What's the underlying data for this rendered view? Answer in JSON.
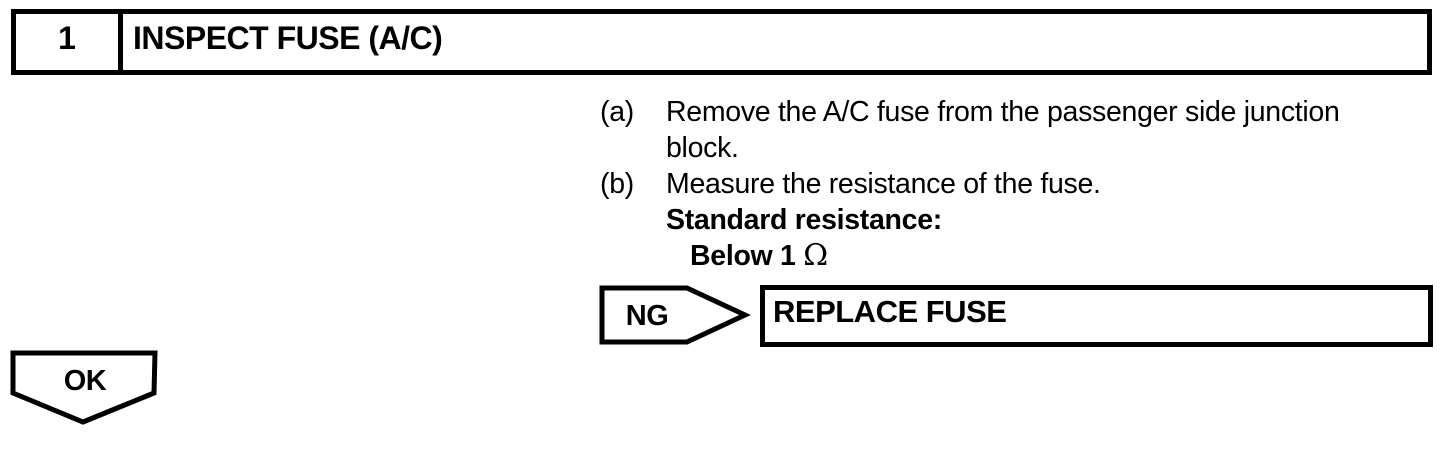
{
  "page": {
    "ink_color": "#000000",
    "paper_color": "#ffffff"
  },
  "step_header": {
    "number": "1",
    "title": "INSPECT FUSE (A/C)"
  },
  "instructions": [
    {
      "marker": "(a)",
      "lines": [
        "Remove the A/C fuse from the passenger side junction",
        "block."
      ]
    },
    {
      "marker": "(b)",
      "lines": [
        "Measure the resistance of the fuse."
      ]
    }
  ],
  "standard": {
    "label": "Standard resistance:",
    "value": "Below 1",
    "unit": "Ω"
  },
  "ng_branch": {
    "label": "NG",
    "action": "REPLACE FUSE"
  },
  "ok_branch": {
    "label": "OK"
  }
}
